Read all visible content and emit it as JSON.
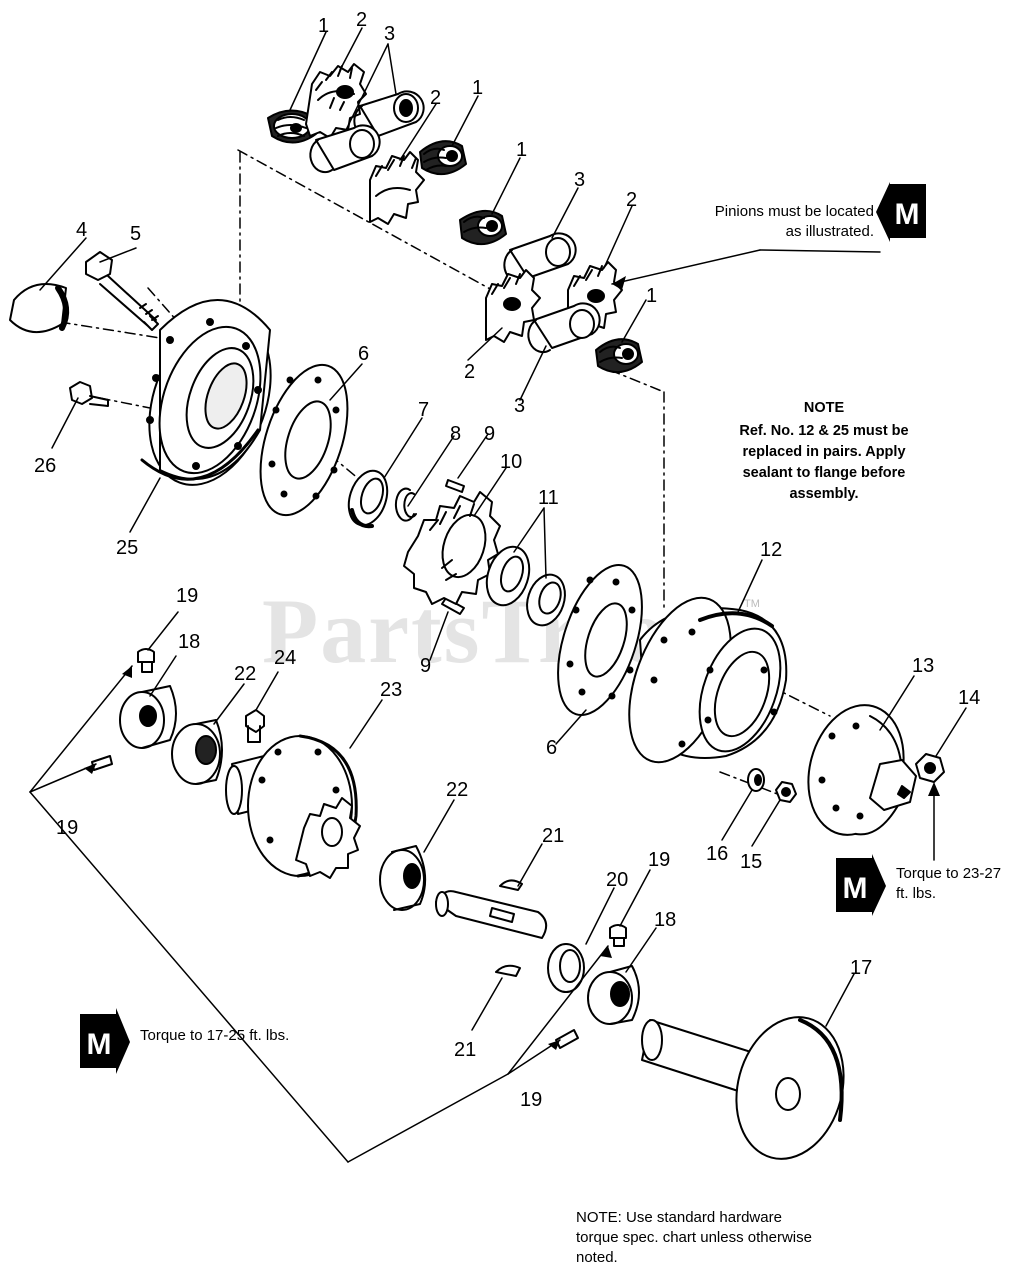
{
  "watermark": "PartsTree",
  "watermark_tm": "TM",
  "notes": {
    "pinions": "Pinions must be located as illustrated.",
    "heading": "NOTE",
    "replace": "Ref. No. 12 & 25 must be replaced in pairs. Apply sealant to flange before assembly.",
    "torque_right": "Torque to 23-27 ft. lbs.",
    "torque_left": "Torque to 17-25 ft. lbs.",
    "hardware": "NOTE: Use standard hardware torque spec. chart unless otherwise noted."
  },
  "badge_letter": "M",
  "callouts": {
    "c1a": "1",
    "c2a": "2",
    "c3a": "3",
    "c2b": "2",
    "c1b": "1",
    "c1c": "1",
    "c3b": "3",
    "c2c": "2",
    "c2d": "2",
    "c3c": "3",
    "c1d": "1",
    "c4": "4",
    "c5": "5",
    "c26": "26",
    "c25": "25",
    "c6a": "6",
    "c7": "7",
    "c8": "8",
    "c9a": "9",
    "c10": "10",
    "c9b": "9",
    "c11": "11",
    "c12": "12",
    "c6b": "6",
    "c13": "13",
    "c14": "14",
    "c16": "16",
    "c15": "15",
    "c19a": "19",
    "c18a": "18",
    "c22a": "22",
    "c24": "24",
    "c23": "23",
    "c19b": "19",
    "c22b": "22",
    "c21a": "21",
    "c20": "20",
    "c19c": "19",
    "c18b": "18",
    "c21b": "21",
    "c19d": "19",
    "c17": "17"
  }
}
